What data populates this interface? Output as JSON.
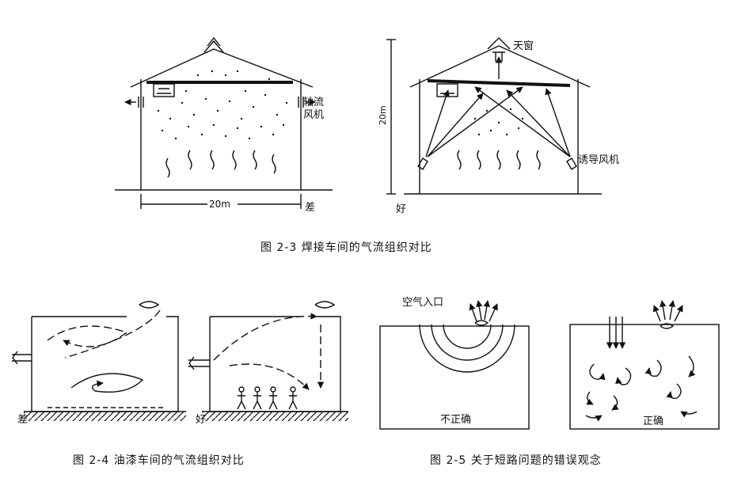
{
  "fig23": {
    "caption": "图 2-3  焊接车间的气流组织对比",
    "left": {
      "label_fan": "轴流\n风机",
      "dim": "20m",
      "verdict": "差"
    },
    "right": {
      "label_vent": "天窗",
      "label_fan": "诱导风机",
      "dim": "20m",
      "verdict": "好"
    }
  },
  "fig24": {
    "caption": "图 2-4  油漆车间的气流组织对比",
    "left": {
      "verdict": "差"
    },
    "right": {
      "verdict": "好"
    }
  },
  "fig25": {
    "caption": "图 2-5  关于短路问题的错误观念",
    "left": {
      "label_inlet": "空气入口",
      "verdict": "不正确"
    },
    "right": {
      "verdict": "正确"
    }
  }
}
